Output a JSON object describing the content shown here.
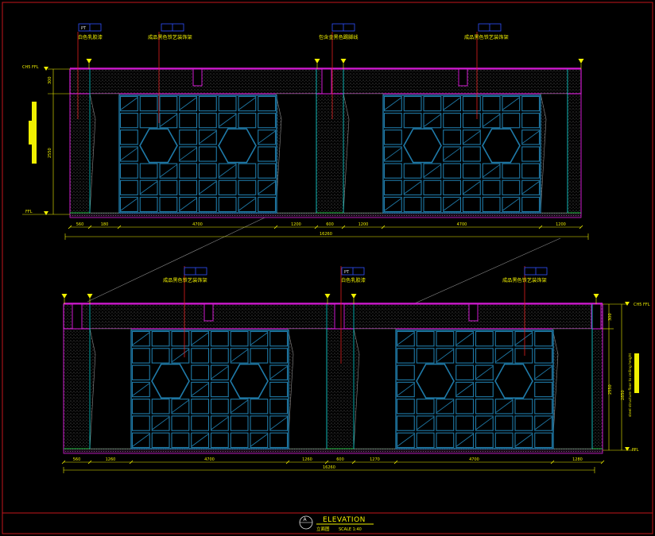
{
  "drawing": {
    "title_main": "ELEVATION",
    "title_sub": "立面图",
    "scale": "SCALE 1:40",
    "symbol_letter": "A"
  },
  "colors": {
    "background": "#000000",
    "frame": "#c4161c",
    "outline": "#d11ad1",
    "screen": "#1f7aa8",
    "leader": "#e02020",
    "dimension": "#f0f000",
    "edge_line": "#00d0d0",
    "hatch": "#a0a0a0"
  },
  "elevation_top": {
    "notes": [
      "白色乳胶漆",
      "成品黑色铁艺装饰架",
      "包含金黑色踢脚线",
      "成品黑色铁艺装饰架"
    ],
    "tags": [
      "PT",
      "",
      "",
      ""
    ],
    "level_labels": [
      "CH5 FFL",
      "FFL"
    ],
    "height_dims": [
      "300",
      "2550"
    ],
    "width_dims": [
      "560",
      "180",
      "4700",
      "1200",
      "600",
      "1200",
      "4700",
      "1200"
    ],
    "total_dim": "16260"
  },
  "elevation_bottom": {
    "notes": [
      "成品黑色铁艺装饰架",
      "白色乳胶漆",
      "成品黑色铁艺装饰架"
    ],
    "tags": [
      "",
      "PT",
      ""
    ],
    "level_labels": [
      "CH5 FFL",
      "FFL"
    ],
    "height_dims": [
      "300",
      "2550",
      "2850"
    ],
    "side_note": "steel structure floor to ceiling height",
    "width_dims": [
      "560",
      "1260",
      "4700",
      "1260",
      "600",
      "1270",
      "4700",
      "1280"
    ],
    "total_dim": "16260"
  }
}
